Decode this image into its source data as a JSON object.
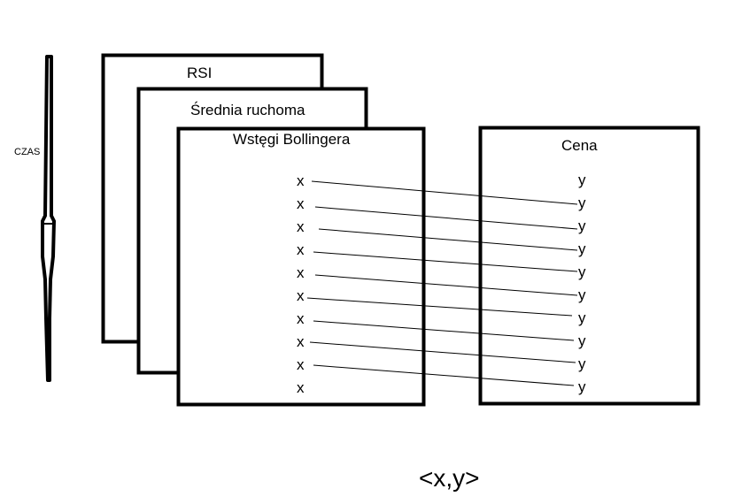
{
  "time_axis": {
    "label": "CZAS"
  },
  "indicator_panels": [
    {
      "title": "RSI"
    },
    {
      "title": "Średnia ruchoma"
    },
    {
      "title": "Wstęgi Bollingera"
    }
  ],
  "input_markers": [
    "x",
    "x",
    "x",
    "x",
    "x",
    "x",
    "x",
    "x",
    "x",
    "x"
  ],
  "price_panel": {
    "title": "Cena",
    "markers": [
      "y",
      "y",
      "y",
      "y",
      "y",
      "y",
      "y",
      "y",
      "y",
      "y"
    ]
  },
  "pair_caption": "<x,y>",
  "colors": {
    "stroke": "#000000",
    "background": "#ffffff"
  }
}
